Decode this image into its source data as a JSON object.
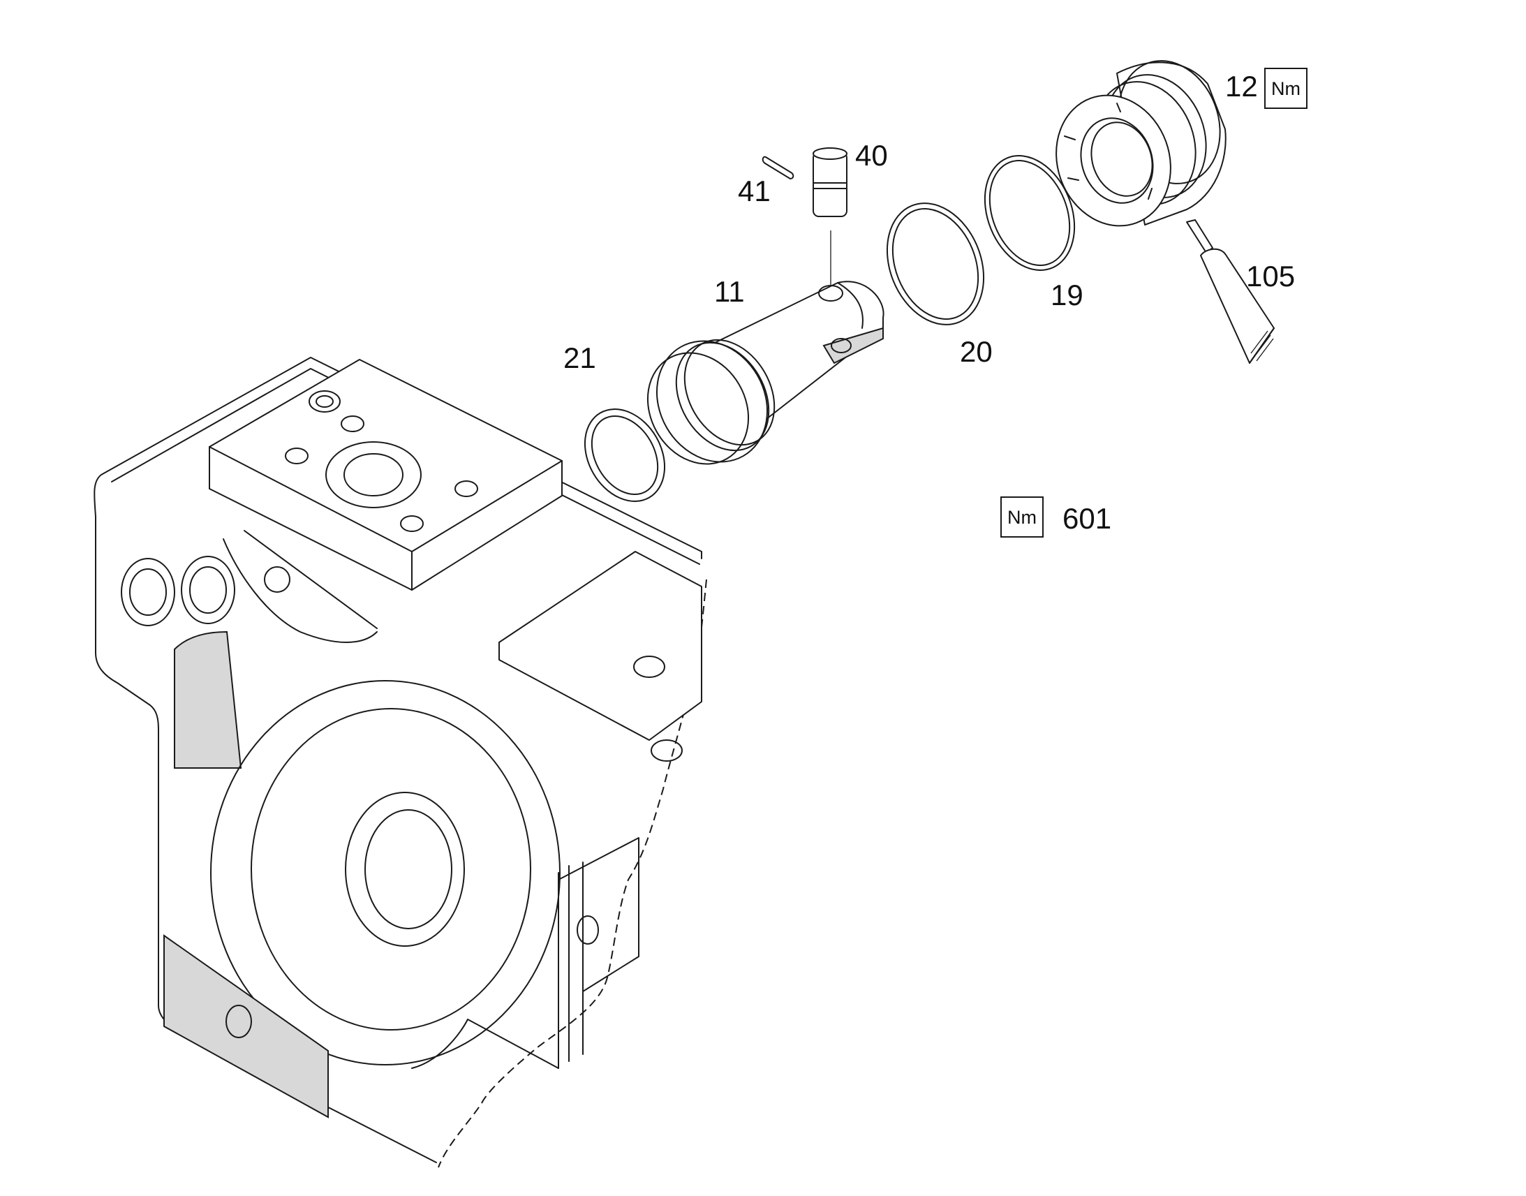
{
  "callouts": {
    "c12": "12",
    "c40": "40",
    "c41": "41",
    "c11": "11",
    "c19": "19",
    "c105": "105",
    "c21": "21",
    "c20": "20",
    "c601": "601"
  },
  "torque_symbol": "Nm",
  "colors": {
    "line": "#1a1a1a",
    "background": "#ffffff"
  }
}
